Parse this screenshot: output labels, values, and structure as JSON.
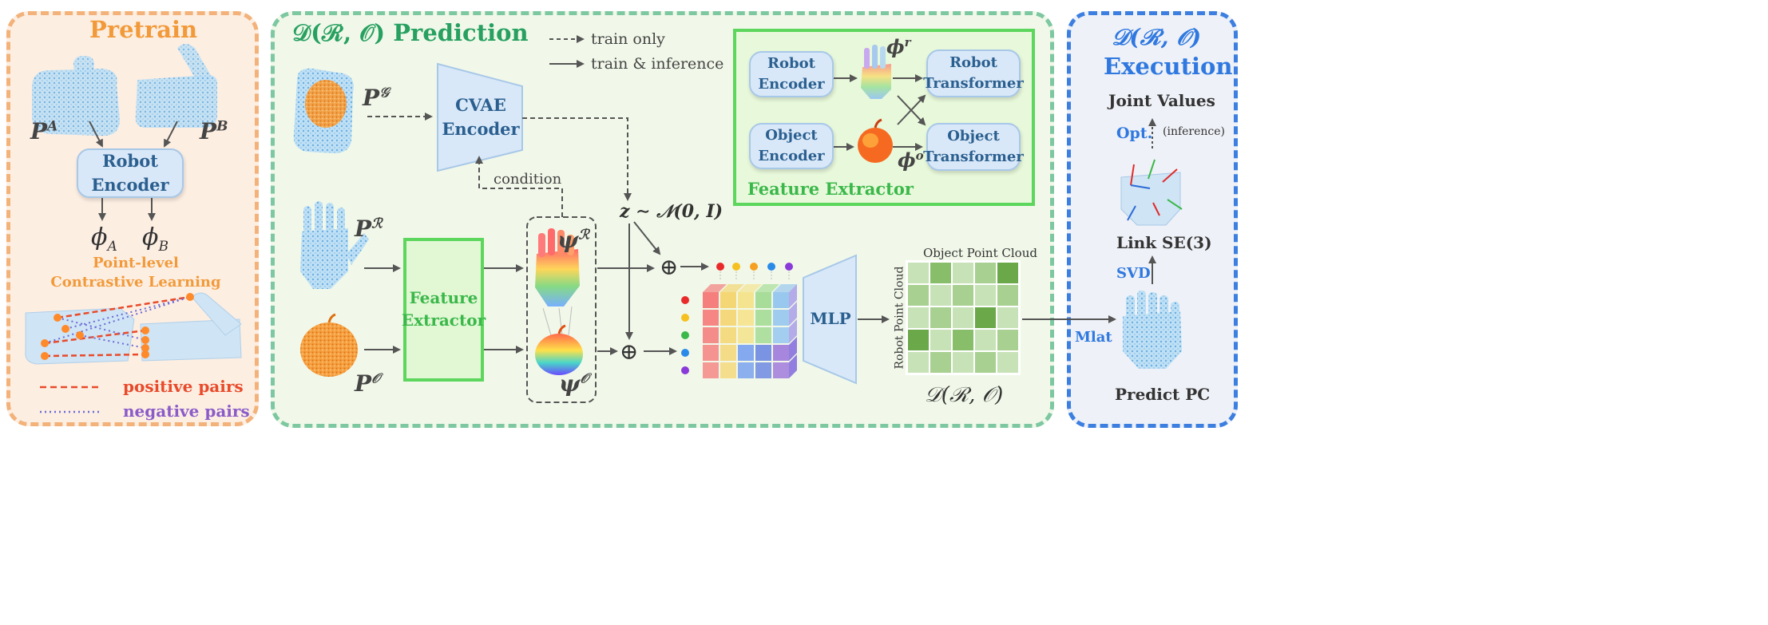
{
  "pretrain": {
    "title": "Pretrain",
    "point_a": "P",
    "point_a_sup": "A",
    "point_b": "P",
    "point_b_sup": "B",
    "robot_encoder": "Robot\nEncoder",
    "phi_a": "ϕ",
    "phi_a_sub": "A",
    "phi_b": "ϕ",
    "phi_b_sub": "B",
    "contrastive_label": "Point-level\nContrastive Learning",
    "positive_label": "positive pairs",
    "negative_label": "negative pairs"
  },
  "prediction": {
    "title": "𝒟(ℛ, 𝒪) Prediction",
    "legend_train_only": "train only",
    "legend_train_inference": "train & inference",
    "point_g": "P",
    "point_g_sup": "𝒢",
    "cvae_encoder": "CVAE\nEncoder",
    "condition_label": "condition",
    "point_r": "P",
    "point_r_sup": "ℛ",
    "point_o": "P",
    "point_o_sup": "𝒪",
    "feature_extractor": "Feature\nExtractor",
    "psi_r": "ψ",
    "psi_r_sup": "ℛ",
    "psi_o": "ψ",
    "psi_o_sup": "𝒪",
    "latent": "z ∼ 𝒩(0, I)",
    "plus": "⊕",
    "mlp": "MLP",
    "matrix_top_label": "Object Point Cloud",
    "matrix_side_label": "Robot Point Cloud",
    "matrix_caption": "𝒟(ℛ, 𝒪)"
  },
  "feature_extractor_detail": {
    "title": "Feature Extractor",
    "robot_encoder": "Robot\nEncoder",
    "object_encoder": "Object\nEncoder",
    "robot_transformer": "Robot\nTransformer",
    "object_transformer": "Object\nTransformer",
    "phi_r": "ϕ",
    "phi_r_sup": "r",
    "phi_o": "ϕ",
    "phi_o_sup": "o",
    "lock_icon": "lock-icon"
  },
  "execution": {
    "title_line1": "𝒟(ℛ, 𝒪)",
    "title_line2": "Execution",
    "joint_values": "Joint Values",
    "opt_label": "Opt.",
    "inference_label": "(inference)",
    "link_se3": "Link SE(3)",
    "svd_label": "SVD",
    "mlat_label": "Mlat",
    "predict_pc": "Predict PC"
  },
  "colors": {
    "pretrain_border": "#f2b27a",
    "pretrain_bg": "#fdeee2",
    "pretrain_title": "#f29a3a",
    "prediction_border": "#7dc8a0",
    "prediction_bg": "#f1f8e9",
    "prediction_title": "#27a060",
    "execution_border": "#3c7fe0",
    "execution_bg": "#eef1f7",
    "execution_title": "#2f78e0",
    "feature_green": "#5cd65c",
    "positive_red": "#e84a2a",
    "negative_purple": "#8a5cc8",
    "box_blue": "#d8e8f8"
  }
}
